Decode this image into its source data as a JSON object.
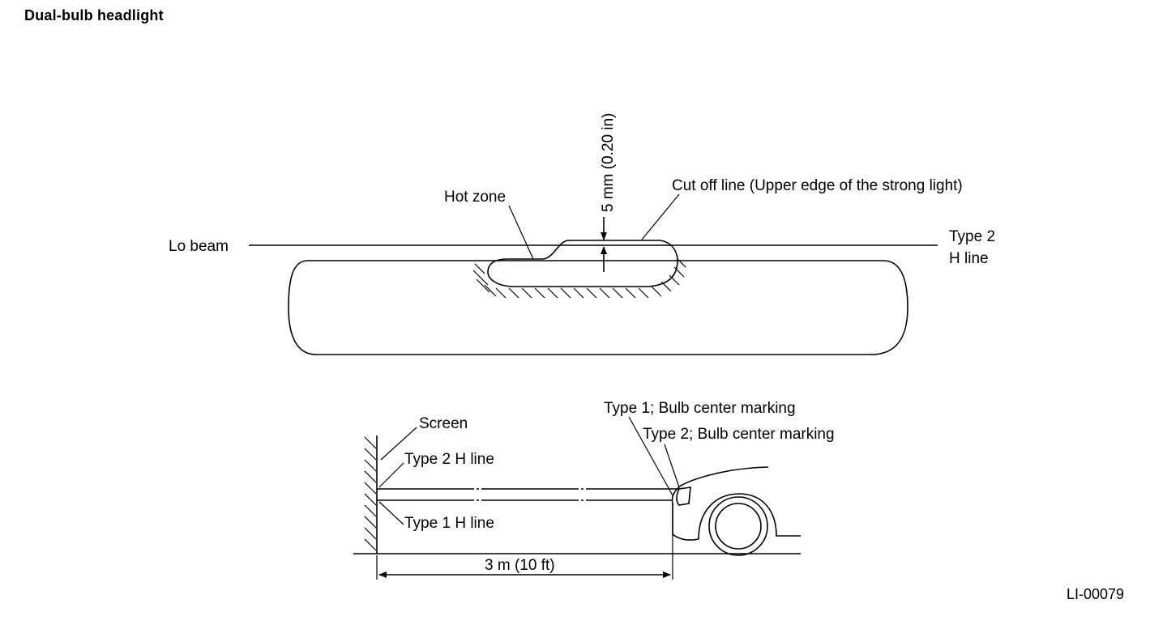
{
  "title": "Dual-bulb headlight",
  "figure_code": "LI-00079",
  "beam_pattern": {
    "lo_beam_label": "Lo beam",
    "hot_zone_label": "Hot zone",
    "dimension_label": "5 mm (0.20 in)",
    "cut_off_label": "Cut off line (Upper edge of the strong light)",
    "h_line_label_1": "Type 2",
    "h_line_label_2": "H line"
  },
  "side_view": {
    "screen_label": "Screen",
    "type2_h_line_label": "Type 2 H line",
    "type1_h_line_label": "Type 1 H line",
    "type1_bulb_label": "Type 1; Bulb center marking",
    "type2_bulb_label": "Type 2; Bulb center marking",
    "distance_label": "3 m (10 ft)"
  }
}
